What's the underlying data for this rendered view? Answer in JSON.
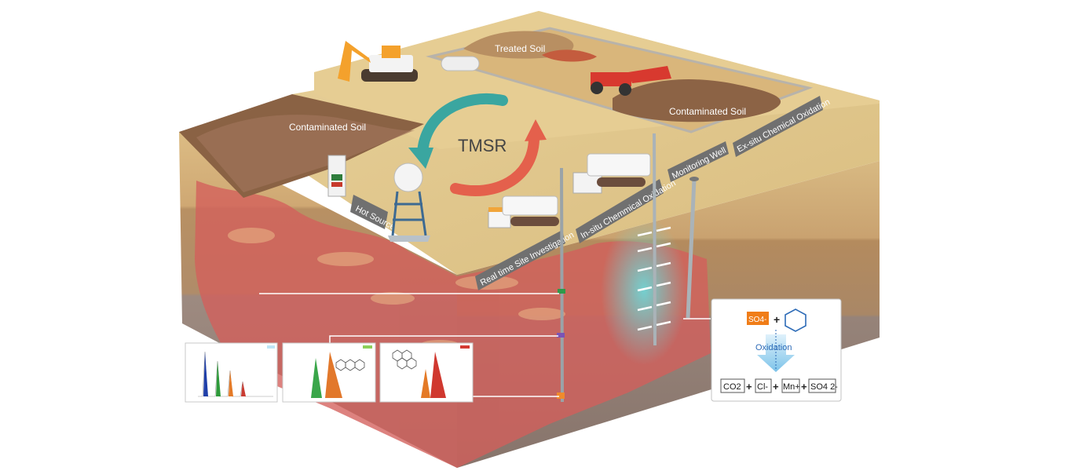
{
  "labels": {
    "treated_soil": "Treated Soil",
    "contaminated_soil_left": "Contaminated Soil",
    "contaminated_soil_right": "Contaminated Soil",
    "tmsr": "TMSR",
    "hot_source": "Hot Source",
    "realtime_site": "Real time Site Investigation",
    "insitu": "In-situ Chemmical Oxidation",
    "monitoring_well": "Monitoring Well",
    "exsitu": "Ex-situ Chemical Oxidation"
  },
  "reaction": {
    "reactant_oxidant": "SO4-",
    "plus": "+",
    "process": "Oxidation",
    "products": [
      "CO2",
      "Cl-",
      "Mn+",
      "SO4 2-"
    ]
  },
  "colors": {
    "topsoil": "#e2c98c",
    "layer_sand": "#d7b37a",
    "layer_brown": "#b98e5d",
    "layer_gray": "#9b8c83",
    "contamination": "#d8625e",
    "plume": "#5cc8c8",
    "tmsr_teal": "#3aa6a0",
    "tmsr_red": "#e4604c",
    "oxidant_orange": "#f07d18",
    "tag_gray": "#6f6f6f"
  },
  "icons": [
    "excavator-icon",
    "dump-truck-icon",
    "tank-icon",
    "fuel-station-icon",
    "radar-tower-icon",
    "drill-rig-icon",
    "benzene-ring-icon",
    "anthracene-icon"
  ]
}
